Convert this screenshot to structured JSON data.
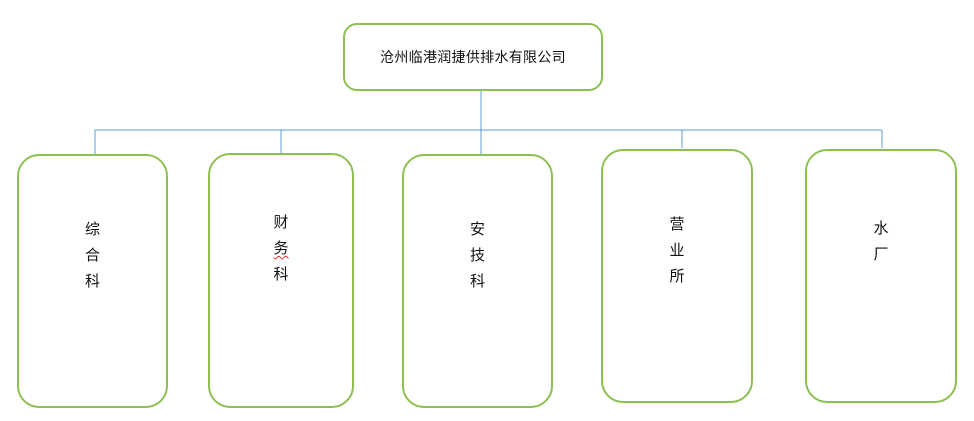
{
  "diagram": {
    "root": {
      "label": "沧州临港润捷供排水有限公司"
    },
    "departments": [
      {
        "id": "zonghe",
        "chars": [
          "综",
          "合",
          "科"
        ]
      },
      {
        "id": "caiwu",
        "chars": [
          "财",
          "务",
          "科"
        ]
      },
      {
        "id": "anji",
        "chars": [
          "安",
          "技",
          "科"
        ]
      },
      {
        "id": "yingye",
        "chars": [
          "营",
          "业",
          "所"
        ]
      },
      {
        "id": "shuichang",
        "chars": [
          "水",
          "厂"
        ]
      }
    ],
    "colors": {
      "box_border": "#8cc152",
      "connector": "#5b9bd5",
      "text": "#111111"
    }
  }
}
